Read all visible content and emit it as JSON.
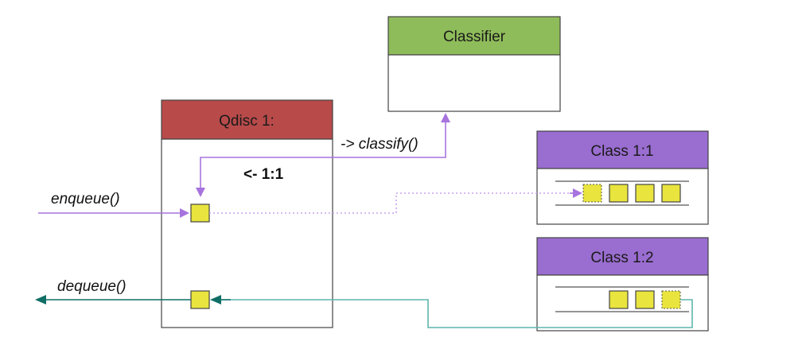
{
  "boxes": {
    "classifier": {
      "title": "Classifier"
    },
    "qdisc": {
      "title": "Qdisc 1:"
    },
    "class_1_1": {
      "title": "Class 1:1"
    },
    "class_1_2": {
      "title": "Class 1:2"
    }
  },
  "labels": {
    "enqueue": "enqueue()",
    "dequeue": "dequeue()",
    "classify": "-> classify()",
    "class_return": "<- 1:1"
  },
  "colors": {
    "classifier_header": "#8fbc5a",
    "qdisc_header": "#b84a4a",
    "class_header": "#9a6dd0",
    "packet": "#e9e43e",
    "enqueue_arrow": "#a774de",
    "dequeue_arrow": "#0f6e66",
    "dequeue_line": "#5fb5ad",
    "box_border": "#444444"
  }
}
